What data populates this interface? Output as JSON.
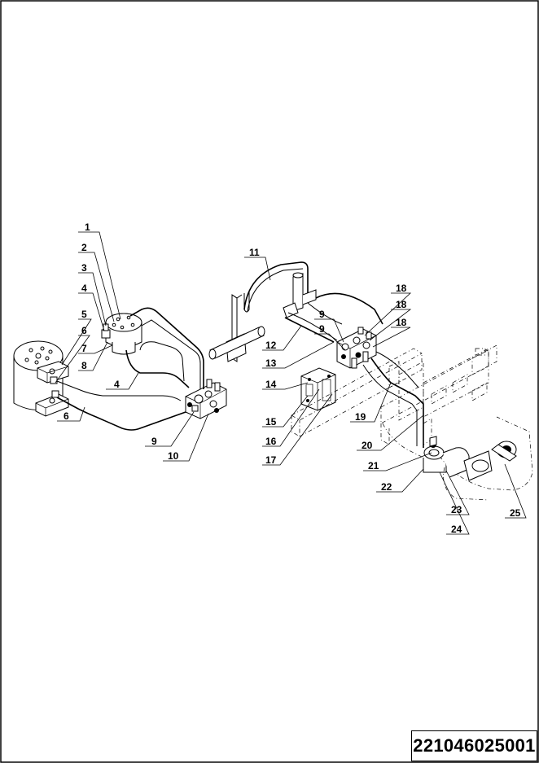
{
  "drawing": {
    "number": "221046025001",
    "callouts": [
      "1",
      "2",
      "3",
      "4",
      "5",
      "6",
      "7",
      "8",
      "9",
      "10",
      "11",
      "12",
      "13",
      "14",
      "15",
      "16",
      "17",
      "18",
      "19",
      "20",
      "21",
      "22",
      "23",
      "24",
      "25"
    ]
  }
}
